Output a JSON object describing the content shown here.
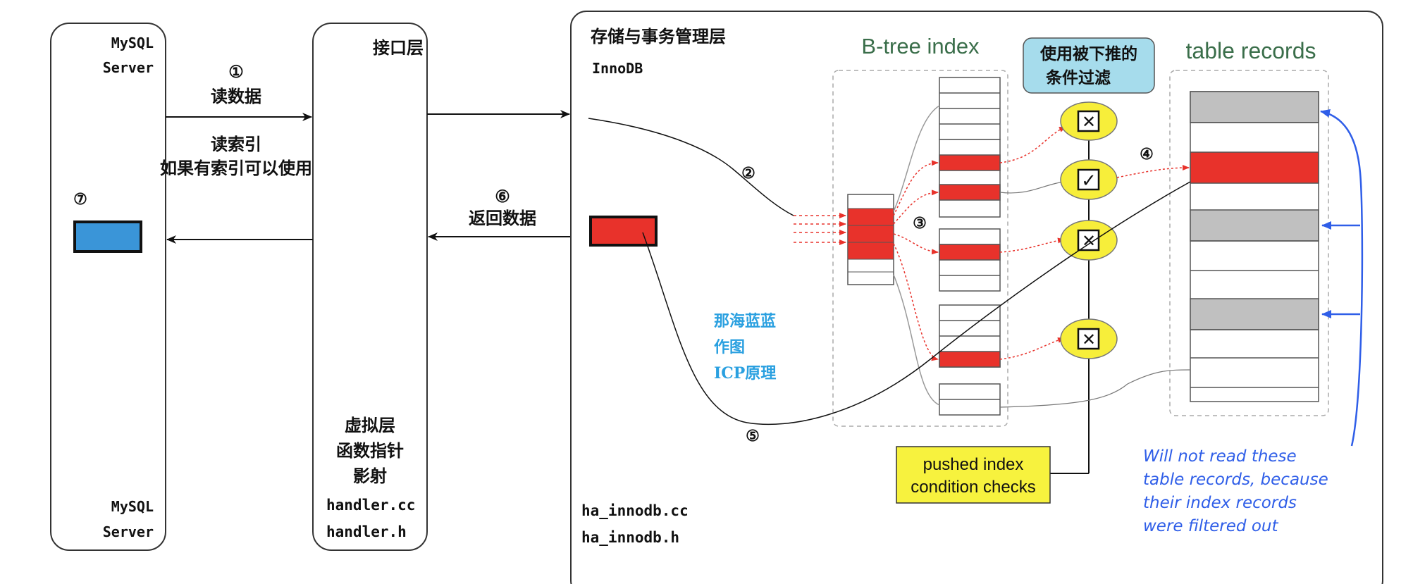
{
  "left_panel": {
    "top_label_1": "MySQL",
    "top_label_2": "Server",
    "bottom_label_1": "MySQL",
    "bottom_label_2": "Server",
    "step7": "⑦"
  },
  "interface_panel": {
    "title": "接口层",
    "virtual_1": "虚拟层",
    "virtual_2": "函数指针",
    "virtual_3": "影射",
    "file_1": "handler.cc",
    "file_2": "handler.h"
  },
  "flow": {
    "step1": "①",
    "read_data": "读数据",
    "read_index": "读索引",
    "if_index": "如果有索引可以使用",
    "step6": "⑥",
    "return_data": "返回数据"
  },
  "storage_panel": {
    "title": "存储与事务管理层",
    "engine": "InnoDB",
    "file_1": "ha_innodb.cc",
    "file_2": "ha_innodb.h",
    "step2": "②",
    "step3": "③",
    "step4": "④",
    "step5": "⑤",
    "watermark_1": "那海蓝蓝",
    "watermark_2": "作图",
    "watermark_3": "ICP原理",
    "btree_title": "B-tree index",
    "filter_label_1": "使用被下推的",
    "filter_label_2": "条件过滤",
    "table_title": "table records",
    "pushed_1": "pushed index",
    "pushed_2": "condition checks",
    "note_1": "Will not read these",
    "note_2": "table records, because",
    "note_3": "their index records",
    "note_4": "were filtered out"
  },
  "filter_marks": [
    "✕",
    "✓",
    "✕",
    "✕"
  ],
  "colors": {
    "red": "#e8322b",
    "blue_box": "#3a95d8",
    "gray_row": "#c0c0c0",
    "yellow_circle": "#f7ee3a",
    "filter_bubble": "#a6dcec",
    "pushed_box": "#f7f23e",
    "green_title": "#3a6e4a",
    "note_blue": "#2f5ee8",
    "watermark": "#2aa0e0"
  }
}
